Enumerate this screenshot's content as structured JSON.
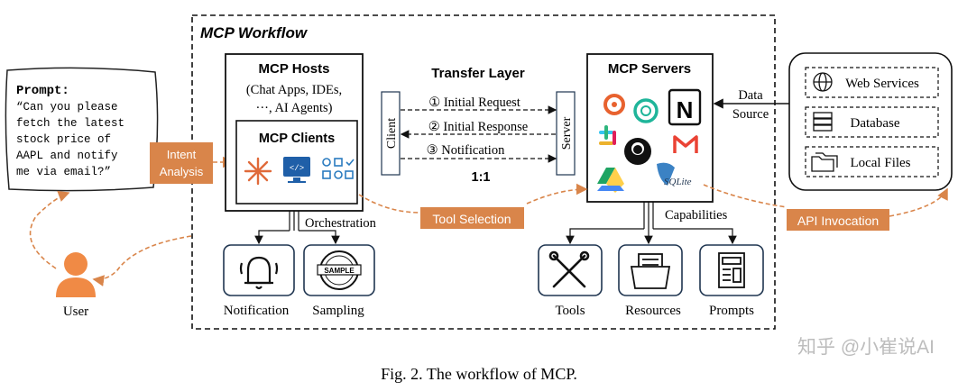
{
  "workflow_title": "MCP Workflow",
  "prompt": {
    "heading": "Prompt:",
    "lines": [
      "“Can you please",
      "fetch the latest",
      "stock price of",
      "AAPL and notify",
      "me via email?”"
    ]
  },
  "intent_analysis": [
    "Intent",
    "Analysis"
  ],
  "user_label": "User",
  "hosts": {
    "title": "MCP Hosts",
    "desc": [
      "(Chat Apps, IDEs,",
      "···, AI Agents)"
    ],
    "clients_title": "MCP Clients"
  },
  "transfer": {
    "title": "Transfer Layer",
    "client_label": "Client",
    "server_label": "Server",
    "messages": [
      "① Initial Request",
      "② Initial Response",
      "③ Notification"
    ],
    "ratio": "1:1"
  },
  "servers": {
    "title": "MCP Servers",
    "sqlite_label": "SQLite"
  },
  "data_source": [
    "Data",
    "Source"
  ],
  "external": {
    "items": [
      "Web Services",
      "Database",
      "Local Files"
    ]
  },
  "tool_selection": "Tool Selection",
  "api_invocation": "API Invocation",
  "orchestration": "Orchestration",
  "capabilities_label": "Capabilities",
  "host_features": [
    "Notification",
    "Sampling"
  ],
  "sample_stamp": "SAMPLE",
  "server_features": [
    "Tools",
    "Resources",
    "Prompts"
  ],
  "caption": "Fig. 2.  The workflow of MCP.",
  "watermark": "知乎 @小崔说AI",
  "colors": {
    "accent": "#d9854a",
    "box_border": "#1f3550",
    "icon_stroke": "#1f3550"
  }
}
